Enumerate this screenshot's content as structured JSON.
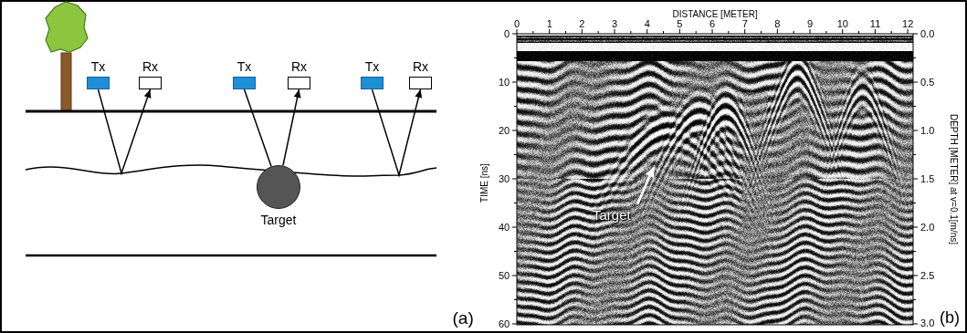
{
  "diagram": {
    "nodes": [
      {
        "text": [
          "Tx"
        ]
      },
      {
        "text": [
          "Rx"
        ]
      },
      {
        "text": [
          "Tx"
        ]
      },
      {
        "text": [
          "Rx"
        ]
      },
      {
        "text": [
          "Tx"
        ]
      },
      {
        "text": [
          "Rx"
        ]
      },
      {
        "text": [
          "Target"
        ]
      }
    ],
    "edges": [
      {
        "from": 0,
        "to": 1,
        "arrow": "to"
      },
      {
        "from": 2,
        "to": 6,
        "arrow": "none"
      },
      {
        "from": 6,
        "to": 3,
        "arrow": "to"
      },
      {
        "from": 4,
        "to": 5,
        "arrow": "to"
      }
    ],
    "labels": [
      "DISTANCE [METER]",
      "0",
      "1",
      "2",
      "3",
      "4",
      "5",
      "6",
      "7",
      "8",
      "9",
      "10",
      "11",
      "12",
      "TIME [ns]",
      "0",
      "10",
      "20",
      "30",
      "40",
      "50",
      "60",
      "DEPTH [METER] at v=0.1[m/ns]",
      "0.0",
      "0.5",
      "1.0",
      "1.5",
      "2.0",
      "2.5",
      "3.0",
      "Target",
      "(a)",
      "(b)"
    ]
  }
}
